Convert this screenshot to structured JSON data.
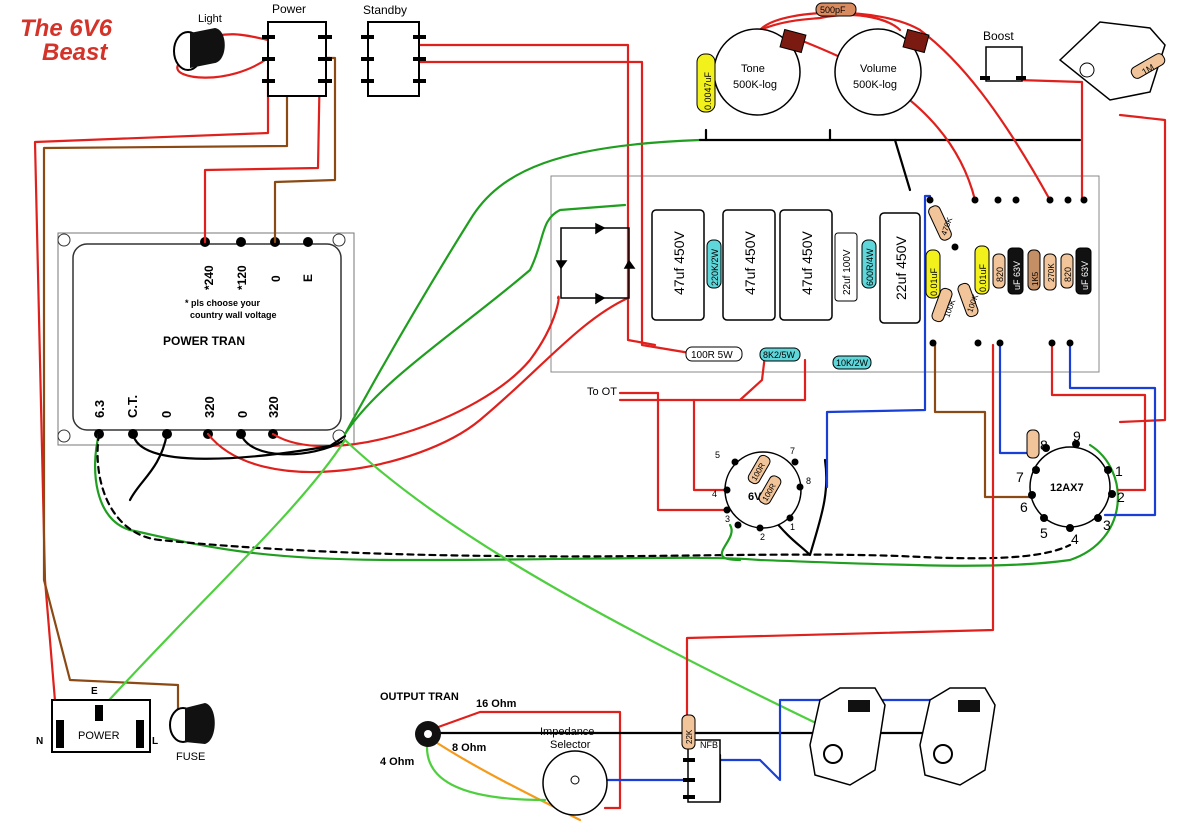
{
  "title": {
    "line1": "The 6V6",
    "line2": "Beast"
  },
  "labels": {
    "light": "Light",
    "power": "Power",
    "standby": "Standby",
    "boost": "Boost",
    "tone_pot": "Tone",
    "tone_value": "500K-log",
    "volume_pot": "Volume",
    "volume_value": "500K-log",
    "cap_500pf": "500pF",
    "cap_0047": "0.0047uF",
    "power_tran": "POWER TRAN",
    "note_line1": "* pls choose your",
    "note_line2": "country wall voltage",
    "tap_240": "*240",
    "tap_120": "*120",
    "tap_0_top": "0",
    "tap_e": "E",
    "tap_63": "6.3",
    "tap_ct": "C.T.",
    "tap_0_a": "0",
    "tap_320_a": "320",
    "tap_0_b": "0",
    "tap_320_b": "320",
    "cap1": "47uf 450V",
    "cap2": "47uf 450V",
    "cap3": "47uf 450V",
    "cap4": "22uf 100V",
    "cap5": "22uf 450V",
    "res_220k": "220K/2W",
    "res_600r": "600R/4W",
    "res_100r": "100R 5W",
    "res_8k2": "8K2/5W",
    "res_10k": "10K/2W",
    "to_ot": "To OT",
    "tube_6v6": "6V6",
    "tube_12ax7": "12AX7",
    "res_470k": "470K",
    "res_100k_a": "100K",
    "res_100k_b": "100K",
    "res_820_a": "820",
    "res_820_b": "820",
    "res_270k": "270K",
    "res_1k5": "1K5",
    "res_1m": "1M",
    "res_22k": "22K",
    "cap_001_a": "0.01uF",
    "cap_001_b": "0.01uF",
    "cap_uf63_a": "uF 63V",
    "cap_uf63_b": "uF 63V",
    "res_100r_6v6": "100R",
    "res_1k_6v6": "100R",
    "output_tran": "OUTPUT TRAN",
    "ohm16": "16 Ohm",
    "ohm8": "8 Ohm",
    "ohm4": "4 Ohm",
    "impedance": "Impedance",
    "selector": "Selector",
    "nfb": "NFB",
    "power_socket": "POWER",
    "fuse": "FUSE",
    "socket_n": "N",
    "socket_e": "E",
    "socket_l": "L"
  },
  "pins_6v6": [
    "1",
    "2",
    "3",
    "4",
    "5",
    "7",
    "8"
  ],
  "pins_12ax7": [
    "1",
    "2",
    "3",
    "4",
    "5",
    "6",
    "7",
    "8",
    "9"
  ],
  "colors": {
    "red": "#e0201c",
    "brown": "#8b4a14",
    "green": "#1f9e1f",
    "lightgreen": "#4fcf3f",
    "blue": "#1a3fd6",
    "black": "#000000",
    "orange": "#f59a1a",
    "yellow": "#f3f11b",
    "cyan": "#5ed6da"
  }
}
